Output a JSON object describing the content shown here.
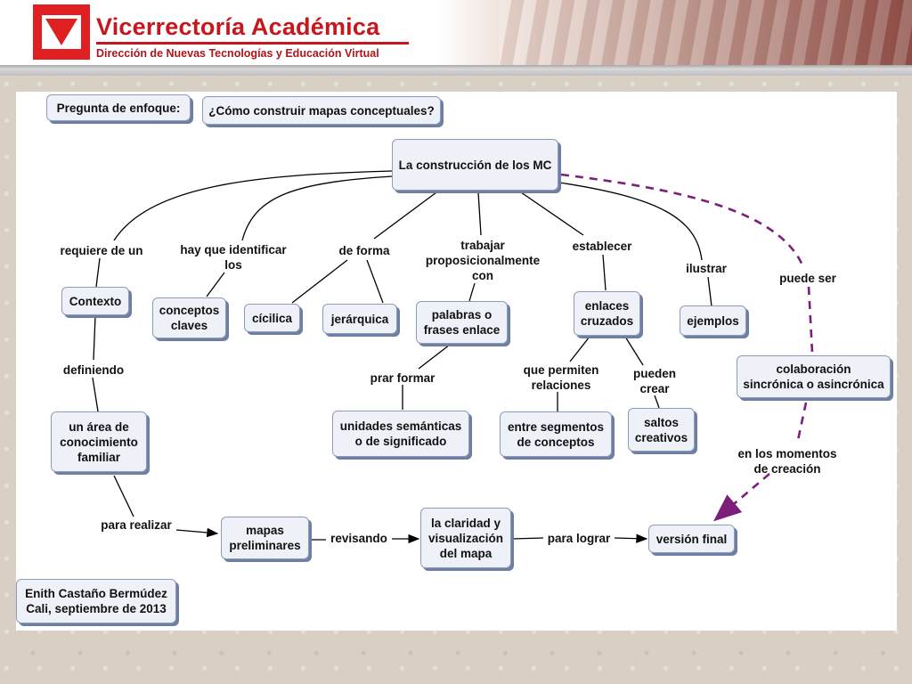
{
  "header": {
    "title": "Vicerrectoría Académica",
    "subtitle": "Dirección de Nuevas Tecnologías y Educación Virtual"
  },
  "nodes": {
    "focus_label": "Pregunta de enfoque:",
    "focus_question": "¿Cómo construir mapas conceptuales?",
    "root": "La construcción de los MC",
    "contexto": "Contexto",
    "conceptos_claves": "conceptos\nclaves",
    "ciclica": "cícilica",
    "jerarquica": "jerárquica",
    "palabras_enlace": "palabras o\nfrases enlace",
    "enlaces_cruzados": "enlaces\ncruzados",
    "ejemplos": "ejemplos",
    "colaboracion": "colaboración\nsincrónica o asincrónica",
    "area_conocimiento": "un área de\nconocimiento\nfamiliar",
    "unidades_semanticas": "unidades semánticas\no de significado",
    "entre_segmentos": "entre segmentos\nde conceptos",
    "saltos_creativos": "saltos\ncreativos",
    "mapas_preliminares": "mapas\npreliminares",
    "claridad": "la claridad y\nvisualización\ndel mapa",
    "version_final": "versión final",
    "author": "Enith Castaño Bermúdez\nCali, septiembre de 2013"
  },
  "links": {
    "requiere": "requiere de un",
    "hay_que": "hay que identificar\nlos",
    "de_forma": "de forma",
    "trabajar": "trabajar\nproposicionalmente\ncon",
    "establecer": "establecer",
    "ilustrar": "ilustrar",
    "puede_ser": "puede ser",
    "definiendo": "definiendo",
    "prar_formar": "prar formar",
    "que_permiten": "que permiten\nrelaciones",
    "pueden_crear": "pueden\ncrear",
    "en_los_momentos": "en los momentos\nde creación",
    "para_realizar": "para realizar",
    "revisando": "revisando",
    "para_lograr": "para lograr"
  },
  "colors": {
    "logo_red": "#e02020",
    "title_red": "#c8161d",
    "node_fill": "#eef2f8",
    "node_shadow": "#6f7fa2",
    "dashed_link": "#7b1f7a"
  }
}
